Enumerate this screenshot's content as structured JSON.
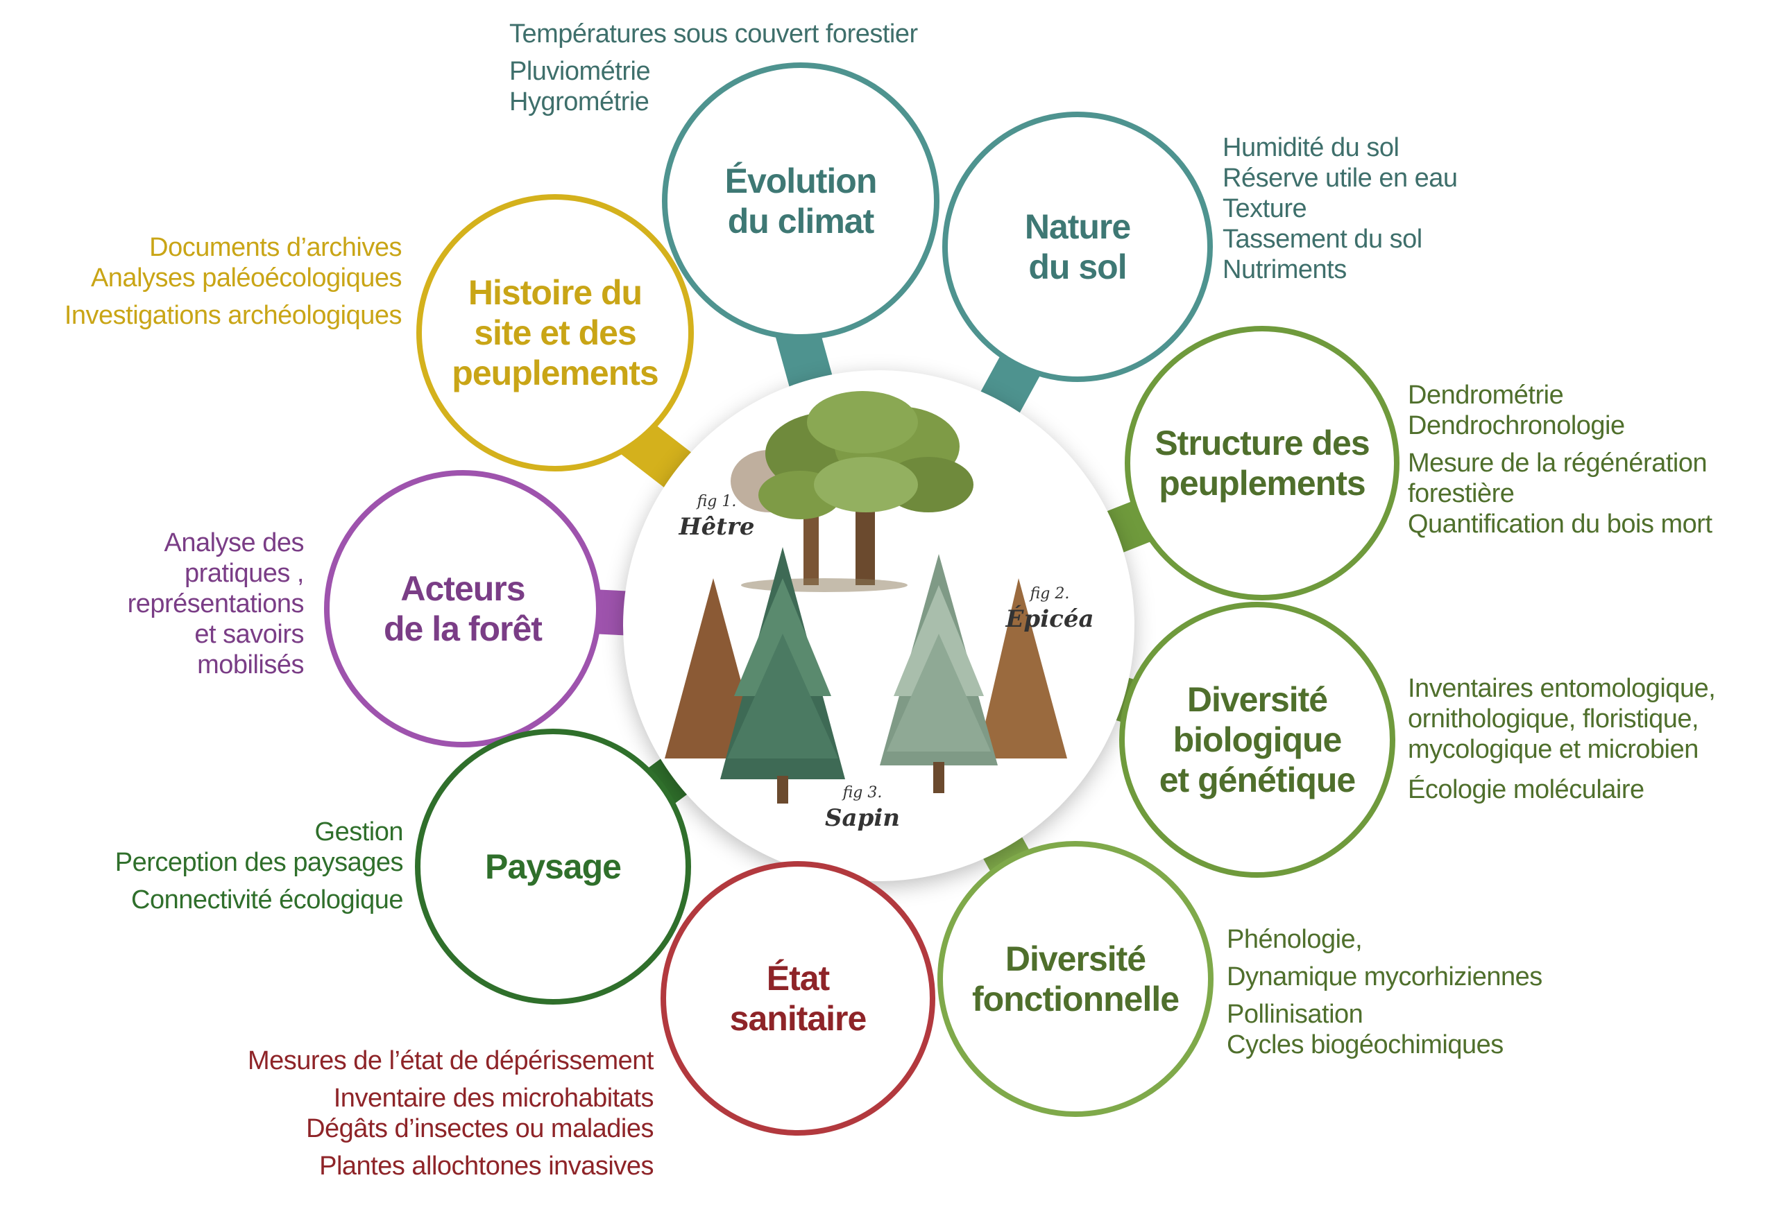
{
  "colors": {
    "climat": "#4e938f",
    "sol": "#4e938f",
    "histoire": "#d4b11c",
    "acteurs": "#9e53ad",
    "structure": "#6f9a3c",
    "diversite_bio": "#6f9a3c",
    "diversite_fonc": "#7fa94a",
    "paysage": "#2f6f2b",
    "sanitaire": "#b2393e"
  },
  "nodes": {
    "climat": {
      "title": "Évolution\ndu climat",
      "items": [
        "Températures sous couvert forestier",
        "Pluviométrie",
        "Hygrométrie"
      ]
    },
    "sol": {
      "title": "Nature\ndu sol",
      "items": [
        "Humidité du sol",
        "Réserve utile en eau",
        "Texture",
        "Tassement du sol",
        "Nutriments"
      ]
    },
    "histoire": {
      "title": "Histoire du\nsite et des\npeuplements",
      "items": [
        "Documents d’archives",
        "Analyses paléoécologiques",
        "Investigations archéologiques"
      ]
    },
    "structure": {
      "title": "Structure des\npeuplements",
      "items": [
        "Dendrométrie",
        "Dendrochronologie",
        "Mesure de la régénération",
        "forestière",
        "Quantification du bois mort"
      ]
    },
    "acteurs": {
      "title": "Acteurs\nde la forêt",
      "items": [
        "Analyse des",
        "pratiques ,",
        "représentations",
        "et savoirs",
        "mobilisés"
      ]
    },
    "diversite_bio": {
      "title": "Diversité\nbiologique\net génétique",
      "items": [
        "Inventaires entomologique,",
        "ornithologique, floristique,",
        "mycologique et microbien",
        "Écologie moléculaire"
      ]
    },
    "paysage": {
      "title": "Paysage",
      "items": [
        "Gestion",
        "Perception des paysages",
        "Connectivité écologique"
      ]
    },
    "diversite_fonc": {
      "title": "Diversité\nfonctionnelle",
      "items": [
        "Phénologie,",
        "Dynamique mycorhiziennes",
        "Pollinisation",
        "Cycles biogéochimiques"
      ]
    },
    "sanitaire": {
      "title": "État\nsanitaire",
      "items": [
        "Mesures de l’état de dépérissement",
        "Inventaire des microhabitats",
        "Dégâts d’insectes ou maladies",
        "Plantes allochtones invasives"
      ]
    }
  },
  "figures": {
    "fig1": {
      "num": "fig 1.",
      "name": "Hêtre"
    },
    "fig2": {
      "num": "fig 2.",
      "name": "Épicéa"
    },
    "fig3": {
      "num": "fig 3.",
      "name": "Sapin"
    }
  },
  "icons": [
    "beech-tree-illustration",
    "spruce-tree-illustration",
    "fir-tree-illustration"
  ]
}
